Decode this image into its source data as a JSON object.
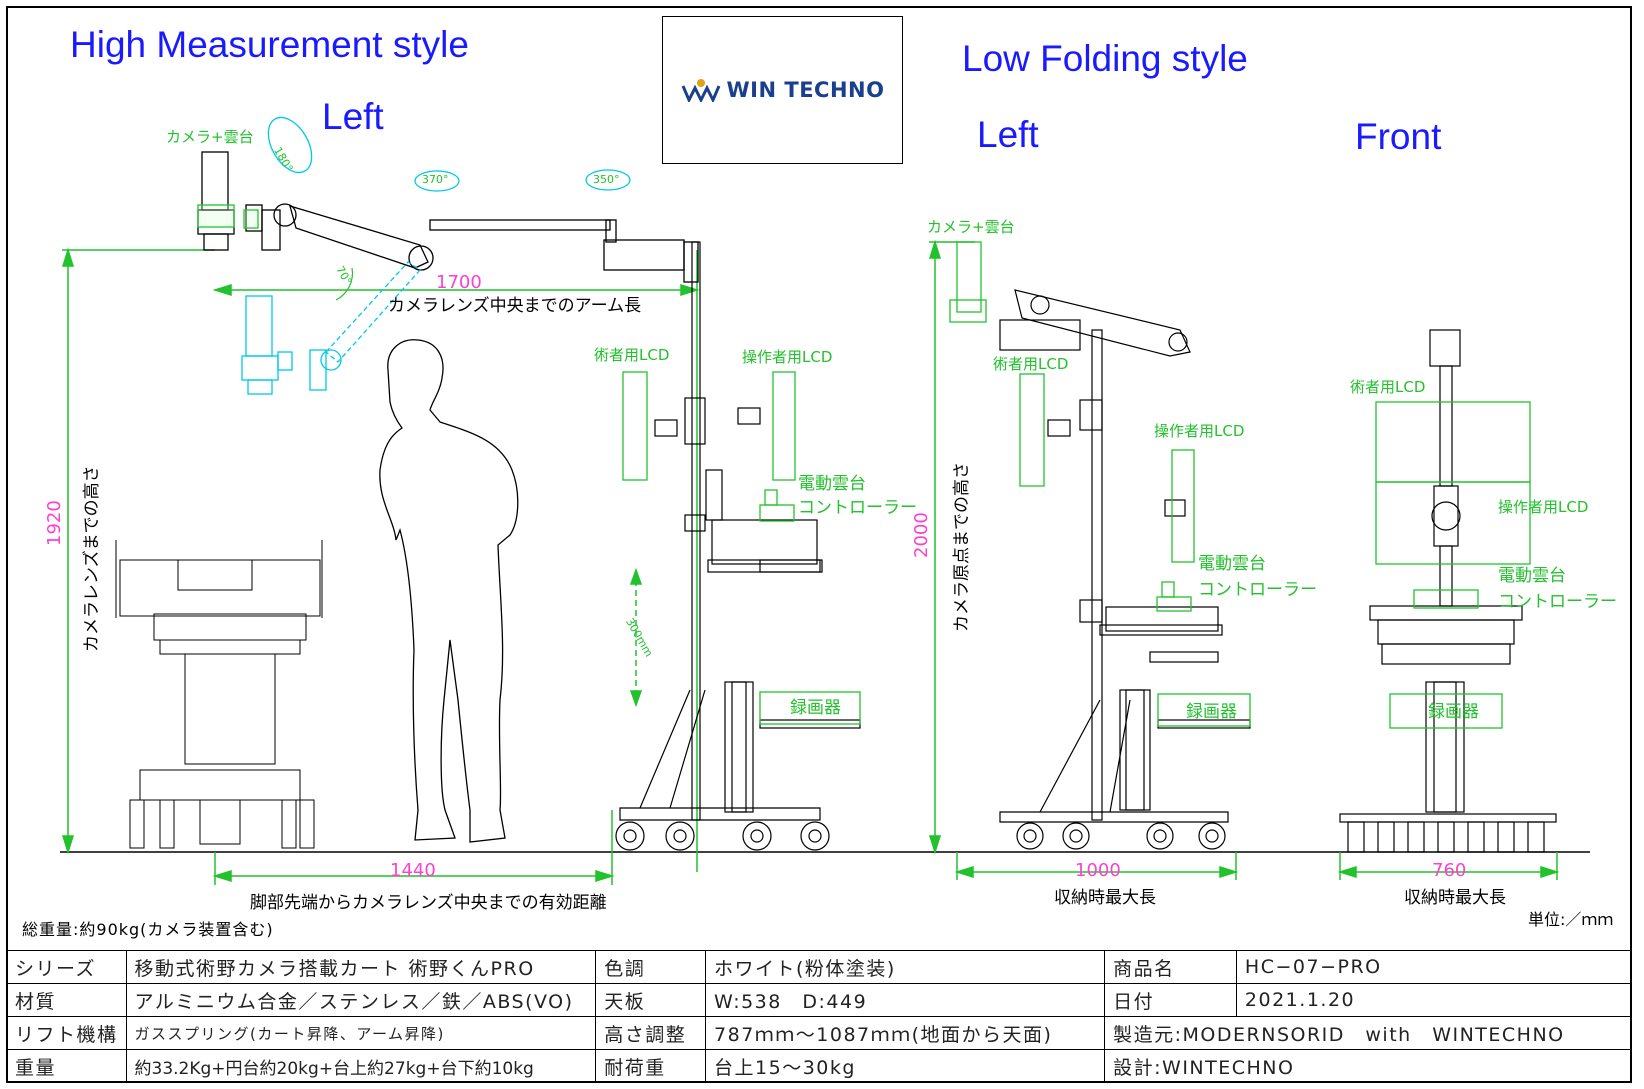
{
  "headings": {
    "high_style": "High Measurement style",
    "high_left": "Left",
    "low_style": "Low Folding style",
    "low_left": "Left",
    "low_front": "Front"
  },
  "logo": {
    "text": "WIN TECHNO",
    "icon": "win-techno-logo-icon"
  },
  "labels": {
    "camera_head": "カメラ+雲台",
    "camera_head_low": "カメラ+雲台",
    "surgeon_lcd": "術者用LCD",
    "operator_lcd": "操作者用LCD",
    "motor_head": "電動雲台",
    "controller": "コントローラー",
    "recorder": "録画器",
    "surgeon_lcd_low": "術者用LCD",
    "operator_lcd_low": "操作者用LCD",
    "motor_head_low": "電動雲台",
    "controller_low": "コントローラー",
    "recorder_low": "録画器",
    "surgeon_lcd_front": "術者用LCD",
    "operator_lcd_front": "操作者用LCD",
    "motor_head_front": "電動雲台",
    "controller_front": "コントローラー",
    "recorder_front": "録画器",
    "arm_length": "カメラレンズ中央までのアーム長",
    "lens_height": "カメラレンズまでの高さ",
    "origin_height": "カメラ原点までの高さ",
    "effective_distance": "脚部先端からカメラレンズ中央までの有効距離",
    "storage_max_low": "収納時最大長",
    "storage_max_front": "収納時最大長",
    "total_weight": "総重量:約90kg(カメラ装置含む)",
    "unit": "単位:／ｍｍ",
    "rot_180": "180°",
    "rot_370": "370°",
    "rot_350": "350°",
    "rot_70": "70°",
    "lift_300": "300mm"
  },
  "dimensions": {
    "arm": "1700",
    "height_high": "1920",
    "height_low": "2000",
    "distance": "1440",
    "length_low": "1000",
    "length_front": "760"
  },
  "spec_table": [
    [
      "シリーズ",
      "移動式術野カメラ搭載カート 術野くんPRO",
      "色調",
      "ホワイト(粉体塗装)",
      "商品名",
      "HC−07−PRO"
    ],
    [
      "材質",
      "アルミニウム合金／ステンレス／鉄／ABS(VO)",
      "天板",
      "W:538　D:449",
      "日付",
      "2021.1.20"
    ],
    [
      "リフト機構",
      "ガススプリング(カート昇降、アーム昇降)",
      "高さ調整",
      "787ｍｍ〜1087ｍｍ(地面から天面)",
      "製造元:MODERNSORID　with　WINTECHNO",
      ""
    ],
    [
      "重量",
      "約33.2Kg+円台約20kg+台上約27kg+台下約10kg",
      "耐荷重",
      "台上15〜30kg",
      "設計:WINTECHNO",
      ""
    ]
  ],
  "colors": {
    "heading": "#1a1aff",
    "annotation": "#22c22c",
    "dimension": "#ff3fd0",
    "cyan": "#00c8e8",
    "logo": "#1b3f8f"
  }
}
